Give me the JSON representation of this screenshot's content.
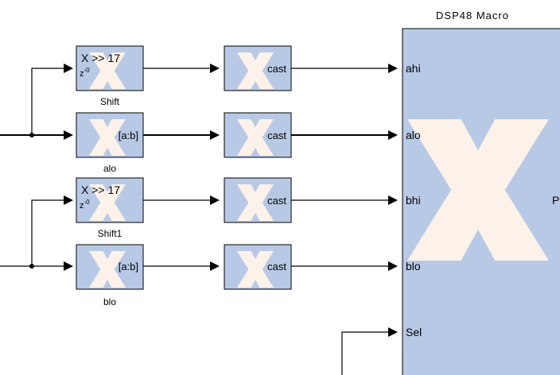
{
  "colors": {
    "block_fill": "#b8c9e6",
    "block_border": "#000000",
    "logo_fill": "#fcf2ea",
    "wire": "#000000",
    "background": "#ffffff"
  },
  "blocks": {
    "shift": {
      "line1": "X >> 17",
      "line2": "z",
      "line2_sup": "-0",
      "label": "Shift"
    },
    "alo": {
      "text": "[a:b]",
      "label": "alo"
    },
    "shift1": {
      "line1": "X >> 17",
      "line2": "z",
      "line2_sup": "-0",
      "label": "Shift1"
    },
    "blo": {
      "text": "[a:b]",
      "label": "blo"
    },
    "cast1": {
      "text": "cast"
    },
    "cast2": {
      "text": "cast"
    },
    "cast3": {
      "text": "cast"
    },
    "cast4": {
      "text": "cast"
    }
  },
  "dsp48": {
    "title": "DSP48 Macro",
    "inputs": [
      "ahi",
      "alo",
      "bhi",
      "blo",
      "Sel"
    ],
    "output": "P"
  },
  "icon": "xilinx-logo-icon"
}
